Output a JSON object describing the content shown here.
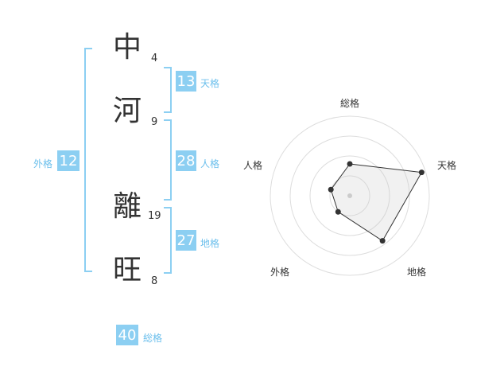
{
  "name_chars": [
    {
      "char": "中",
      "strokes": "4"
    },
    {
      "char": "河",
      "strokes": "9"
    },
    {
      "char": "離",
      "strokes": "19"
    },
    {
      "char": "旺",
      "strokes": "8"
    }
  ],
  "kaku": {
    "tenkaku": {
      "value": "13",
      "label": "天格"
    },
    "jinkaku": {
      "value": "28",
      "label": "人格"
    },
    "chikaku": {
      "value": "27",
      "label": "地格"
    },
    "gaikaku": {
      "value": "12",
      "label": "外格"
    },
    "soukaku": {
      "value": "40",
      "label": "総格"
    }
  },
  "radar": {
    "axes": [
      "総格",
      "天格",
      "地格",
      "外格",
      "人格"
    ],
    "values": [
      0.4,
      0.95,
      0.7,
      0.25,
      0.25
    ],
    "rings": 4
  }
}
